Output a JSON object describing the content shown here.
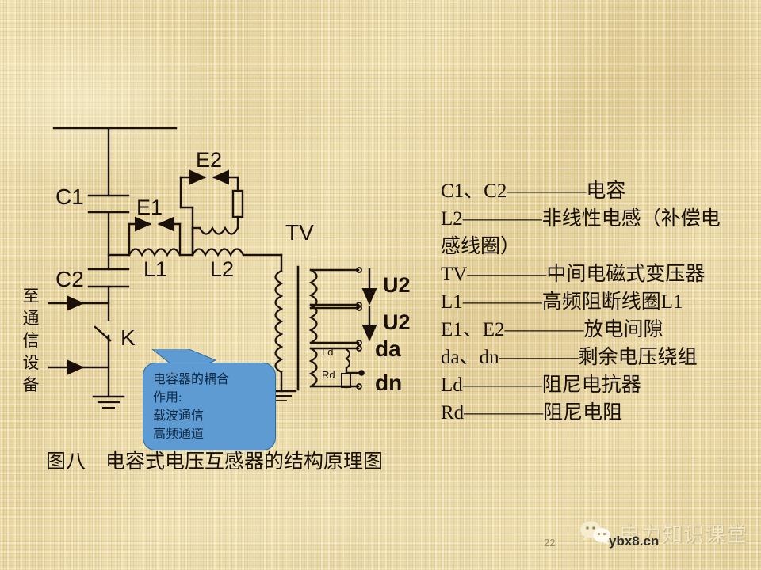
{
  "slide": {
    "page_number": "22",
    "caption": "图八　电容式电压互感器的结构原理图",
    "background_color": "#e9d9a6",
    "accent_color": "#5d9bd2",
    "line_color": "#1b1008"
  },
  "side_text": {
    "chars": [
      "至",
      "通",
      "信",
      "设",
      "备"
    ]
  },
  "diagram_labels": {
    "c1": "C1",
    "c2": "C2",
    "e1": "E1",
    "e2": "E2",
    "l1": "L1",
    "l2": "L2",
    "tv": "TV",
    "k": "K",
    "u2_top": "U2",
    "u2_bottom": "U2",
    "da": "da",
    "dn": "dn",
    "ld": "Ld",
    "rd": "Rd"
  },
  "callout": {
    "lines": [
      "电容器的耦合",
      "作用:",
      "载波通信",
      "高频通道"
    ]
  },
  "legend": {
    "rows": [
      "C1、C2————电容",
      "L2————非线性电感（补偿电",
      "感线圈）",
      "TV————中间电磁式变压器",
      "L1————高频阻断线圈L1",
      "E1、E2————放电间隙",
      "da、dn————剩余电压绕组",
      "Ld————阻尼电抗器",
      "Rd————阻尼电阻"
    ]
  },
  "watermark": {
    "brand": "电力知识课堂",
    "site": "ybx8.cn",
    "icon": "wechat-icon"
  }
}
